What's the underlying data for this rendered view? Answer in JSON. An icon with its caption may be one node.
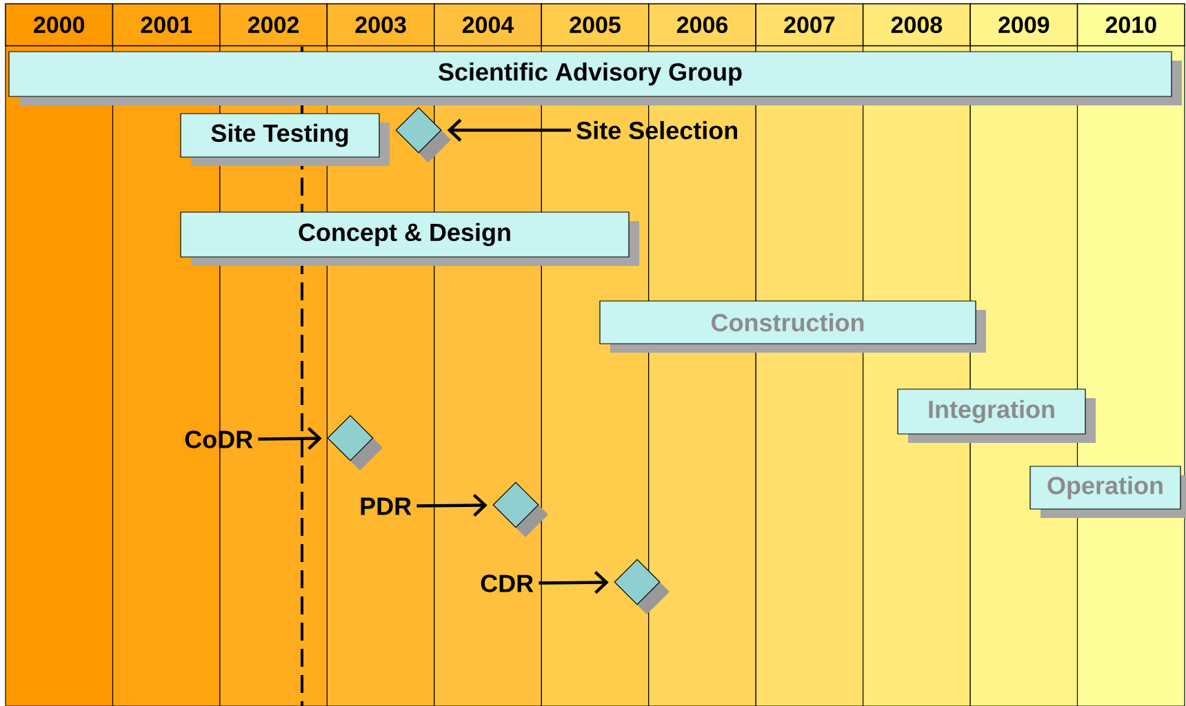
{
  "diagram": {
    "nodes": [
      {
        "text": [
          "Scientific Advisory Group"
        ]
      },
      {
        "text": [
          "Site Testing"
        ]
      },
      {
        "text": [],
        "shape": "diamond"
      },
      {
        "text": [
          "Site Selection"
        ]
      },
      {
        "text": [
          "Concept & Design"
        ]
      },
      {
        "text": [
          "Construction"
        ]
      },
      {
        "text": [
          "Integration"
        ]
      },
      {
        "text": [
          "Operation"
        ]
      },
      {
        "text": [
          "CoDR"
        ]
      },
      {
        "text": [],
        "shape": "diamond"
      },
      {
        "text": [
          "PDR"
        ]
      },
      {
        "text": [],
        "shape": "diamond"
      },
      {
        "text": [
          "CDR"
        ]
      },
      {
        "text": [],
        "shape": "diamond"
      }
    ],
    "edges": [
      {
        "from": 3,
        "to": 2,
        "arrow": "to"
      },
      {
        "from": 8,
        "to": 9,
        "arrow": "to"
      },
      {
        "from": 10,
        "to": 11,
        "arrow": "to"
      },
      {
        "from": 12,
        "to": 13,
        "arrow": "to"
      }
    ],
    "labels": [
      "2000",
      "2001",
      "2002",
      "2003",
      "2004",
      "2005",
      "2006",
      "2007",
      "2008",
      "2009",
      "2010"
    ]
  }
}
